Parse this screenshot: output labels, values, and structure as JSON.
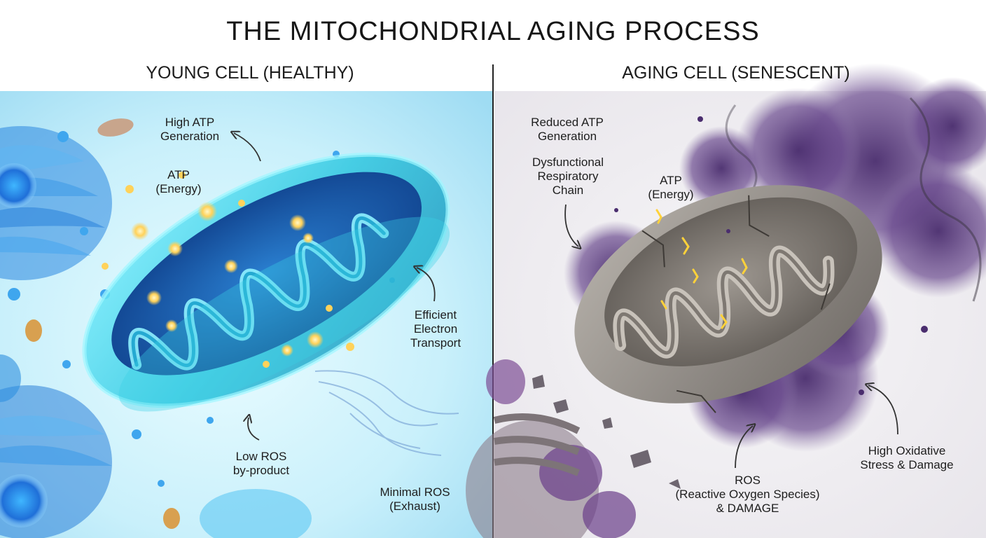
{
  "title": "THE MITOCHONDRIAL AGING PROCESS",
  "young": {
    "heading": "YOUNG CELL (HEALTHY)",
    "labels": {
      "high_atp": [
        "High ATP",
        "Generation"
      ],
      "atp": [
        "ATP",
        "(Energy)"
      ],
      "efficient": [
        "Efficient",
        "Electron",
        "Transport"
      ],
      "low_ros": [
        "Low ROS",
        "by-product"
      ],
      "minimal_ros": [
        "Minimal ROS",
        "(Exhaust)"
      ]
    },
    "colors": {
      "membrane": "#2fd3e6",
      "matrix": "#1a63b8",
      "glow": "#ffd25a"
    }
  },
  "aging": {
    "heading": "AGING CELL (SENESCENT)",
    "labels": {
      "reduced_atp": [
        "Reduced ATP",
        "Generation"
      ],
      "dysfunctional": [
        "Dysfunctional",
        "Respiratory",
        "Chain"
      ],
      "atp": [
        "ATP",
        "(Energy)"
      ],
      "ros": [
        "ROS",
        "(Reactive Oxygen Species)",
        "& DAMAGE"
      ],
      "oxidative": [
        "High Oxidative",
        "Stress & Damage"
      ]
    },
    "colors": {
      "shell": "#8f8a84",
      "smoke": "#5a3b7e",
      "spark": "#ffd23a"
    }
  }
}
